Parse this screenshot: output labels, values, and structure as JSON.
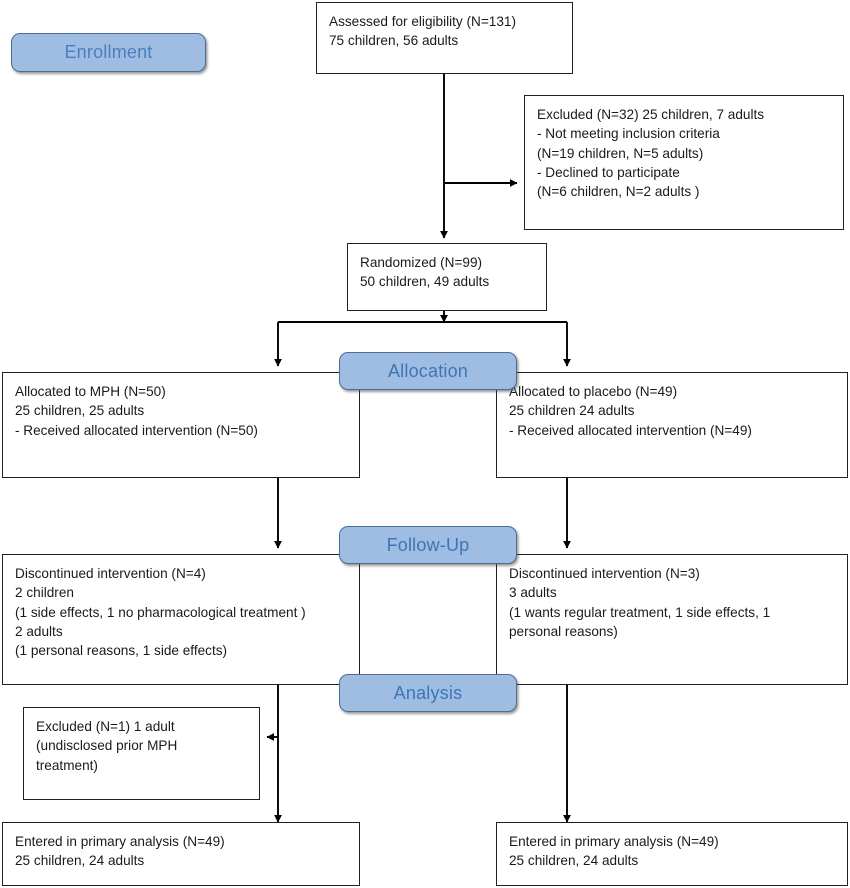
{
  "diagram": {
    "title": "CONSORT participant flow diagram",
    "type": "flowchart",
    "colors": {
      "stage_fill": "#9fbde2",
      "stage_border": "#4d6c96",
      "stage_text": "#3c76b8",
      "node_border": "#231f20",
      "node_fill": "#ffffff",
      "connector": "#000000",
      "page_background": "#ffffff"
    }
  },
  "stages": {
    "enrollment": "Enrollment",
    "allocation": "Allocation",
    "followup": "Follow-Up",
    "analysis": "Analysis"
  },
  "nodes": {
    "assessed": "Assessed for eligibility (N=131)\n75 children, 56 adults",
    "excluded": "Excluded  (N=32) 25 children, 7 adults\n-  Not meeting inclusion criteria\n        (N=19 children, N=5 adults)\n-   Declined to participate\n        (N=6 children, N=2 adults )",
    "randomized": "Randomized (N=99)\n50 children, 49 adults",
    "allocated_mph": "Allocated to MPH (N=50)\n25 children, 25 adults\n- Received allocated intervention (N=50)",
    "allocated_placebo": "Allocated to placebo (N=49)\n25 children 24 adults\n- Received allocated intervention (N=49)",
    "discontinued_mph": "Discontinued intervention (N=4)\n2 children\n(1 side effects, 1 no pharmacological treatment )\n2 adults\n(1 personal reasons, 1 side effects)",
    "discontinued_placebo": "Discontinued intervention (N=3)\n3 adults\n(1 wants regular treatment, 1 side effects, 1\npersonal reasons)",
    "excluded_analysis": "Excluded (N=1) 1 adult\n(undisclosed prior MPH\ntreatment)",
    "analysis_mph": "Entered in primary analysis  (N=49)\n25 children, 24 adults",
    "analysis_placebo": "Entered in primary analysis  (N=49)\n25 children, 24 adults"
  },
  "chart_data": {
    "type": "flowchart",
    "title": "CONSORT participant flow diagram",
    "stages": [
      "Enrollment",
      "Allocation",
      "Follow-Up",
      "Analysis"
    ],
    "counts": {
      "assessed_total": 131,
      "assessed_children": 75,
      "assessed_adults": 56,
      "excluded_total": 32,
      "excluded_children": 25,
      "excluded_adults": 7,
      "not_meeting_criteria_children": 19,
      "not_meeting_criteria_adults": 5,
      "declined_children": 6,
      "declined_adults": 2,
      "randomized_total": 99,
      "randomized_children": 50,
      "randomized_adults": 49,
      "mph_allocated": 50,
      "mph_children": 25,
      "mph_adults": 25,
      "mph_received": 50,
      "placebo_allocated": 49,
      "placebo_children": 25,
      "placebo_adults": 24,
      "placebo_received": 49,
      "mph_discontinued": 4,
      "placebo_discontinued": 3,
      "analysis_excluded": 1,
      "mph_analyzed": 49,
      "placebo_analyzed": 49
    }
  }
}
